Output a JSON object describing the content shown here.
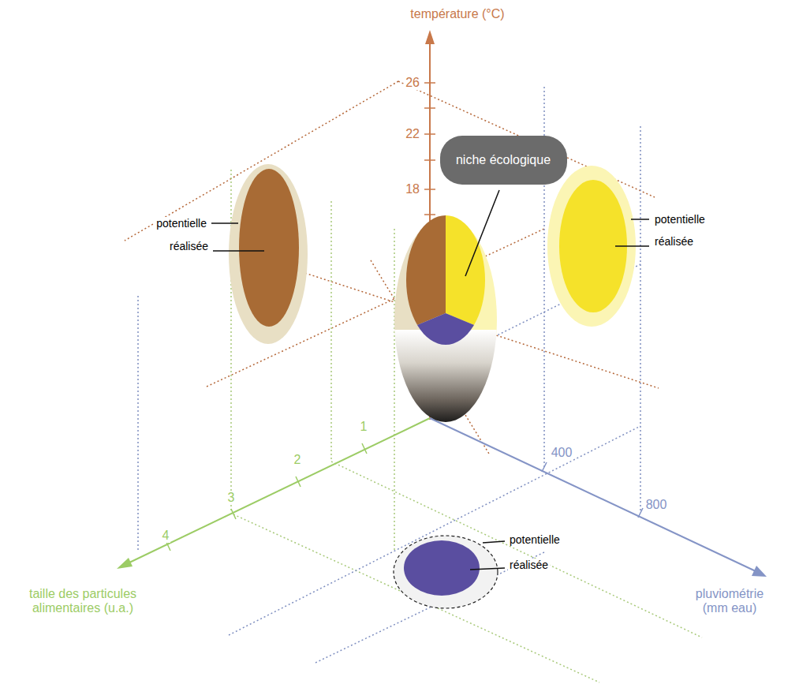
{
  "diagram": {
    "nodes": [
      {
        "text": [
          "niche écologique"
        ]
      }
    ],
    "labels": [
      "température (°C)",
      "26",
      "22",
      "18",
      "potentielle",
      "réalisée",
      "potentielle",
      "réalisée",
      "1",
      "2",
      "3",
      "4",
      "400",
      "800",
      "potentielle",
      "réalisée",
      "taille des particules alimentaires (u.a.)",
      "pluviométrie (mm eau)"
    ]
  }
}
